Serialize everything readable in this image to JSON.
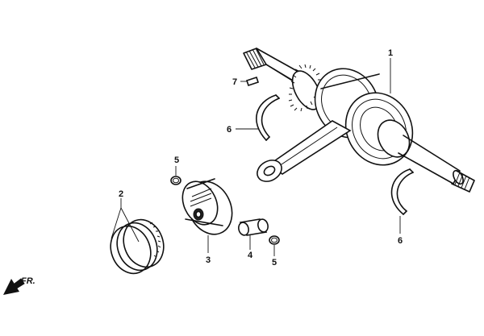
{
  "parts": [
    {
      "number": "1"
    },
    {
      "number": "2"
    },
    {
      "number": "3"
    },
    {
      "number": "4"
    },
    {
      "number": "5"
    },
    {
      "number": "5"
    },
    {
      "number": "6"
    },
    {
      "number": "6"
    },
    {
      "number": "7"
    }
  ],
  "direction_marker": {
    "label": "FR.",
    "icon": "arrow-down-left-icon"
  }
}
